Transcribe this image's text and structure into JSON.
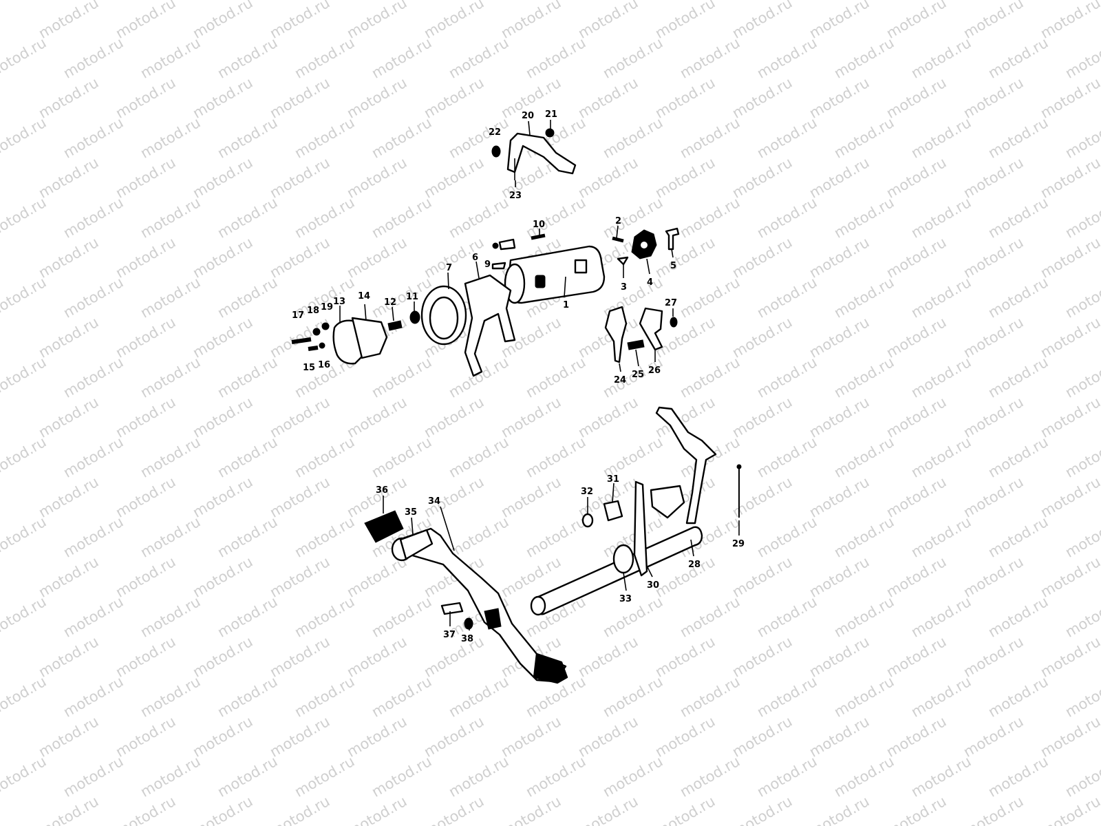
{
  "watermark": {
    "text": "motod.ru",
    "color": "#cfcfcf"
  },
  "callouts": {
    "c1": "1",
    "c2": "2",
    "c3": "3",
    "c4": "4",
    "c5": "5",
    "c6": "6",
    "c7": "7",
    "c9": "9",
    "c10": "10",
    "c11": "11",
    "c12": "12",
    "c13": "13",
    "c14": "14",
    "c15": "15",
    "c16": "16",
    "c17": "17",
    "c18": "18",
    "c19": "19",
    "c20": "20",
    "c21": "21",
    "c22": "22",
    "c23": "23",
    "c24": "24",
    "c25": "25",
    "c26": "26",
    "c27": "27",
    "c28": "28",
    "c29": "29",
    "c30": "30",
    "c31": "31",
    "c32": "32",
    "c33": "33",
    "c34": "34",
    "c35": "35",
    "c36": "36",
    "c37": "37",
    "c38": "38"
  }
}
